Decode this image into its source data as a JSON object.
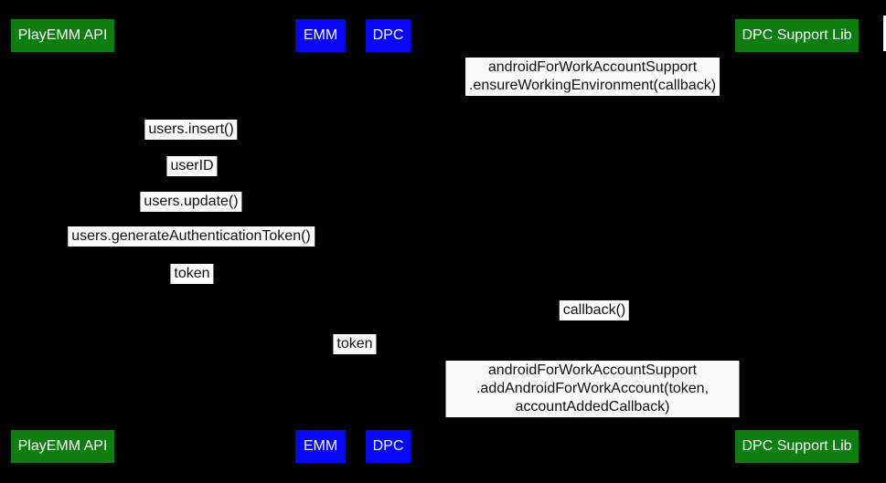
{
  "diagram": {
    "type": "sequence-diagram",
    "background_color": "#000000",
    "colors": {
      "participant_green": "#0e7e10",
      "participant_blue": "#0707f7",
      "message_label_background": "#fafafa",
      "message_label_text": "#111111",
      "participant_text": "#ffffff",
      "scrollbar_thumb": "#ffffff"
    },
    "participants": [
      {
        "label": "PlayEMM API",
        "color": "green"
      },
      {
        "label": "EMM",
        "color": "blue"
      },
      {
        "label": "DPC",
        "color": "blue"
      },
      {
        "label": "DPC Support Lib",
        "color": "green"
      }
    ],
    "messages": [
      {
        "text": "androidForWorkAccountSupport\n.ensureWorkingEnvironment(callback)"
      },
      {
        "text": "users.insert()"
      },
      {
        "text": "userID"
      },
      {
        "text": "users.update()"
      },
      {
        "text": "users.generateAuthenticationToken()"
      },
      {
        "text": "token"
      },
      {
        "text": "callback()"
      },
      {
        "text": "token"
      },
      {
        "text": "androidForWorkAccountSupport\n.addAndroidForWorkAccount(token, accountAddedCallback)"
      }
    ]
  }
}
